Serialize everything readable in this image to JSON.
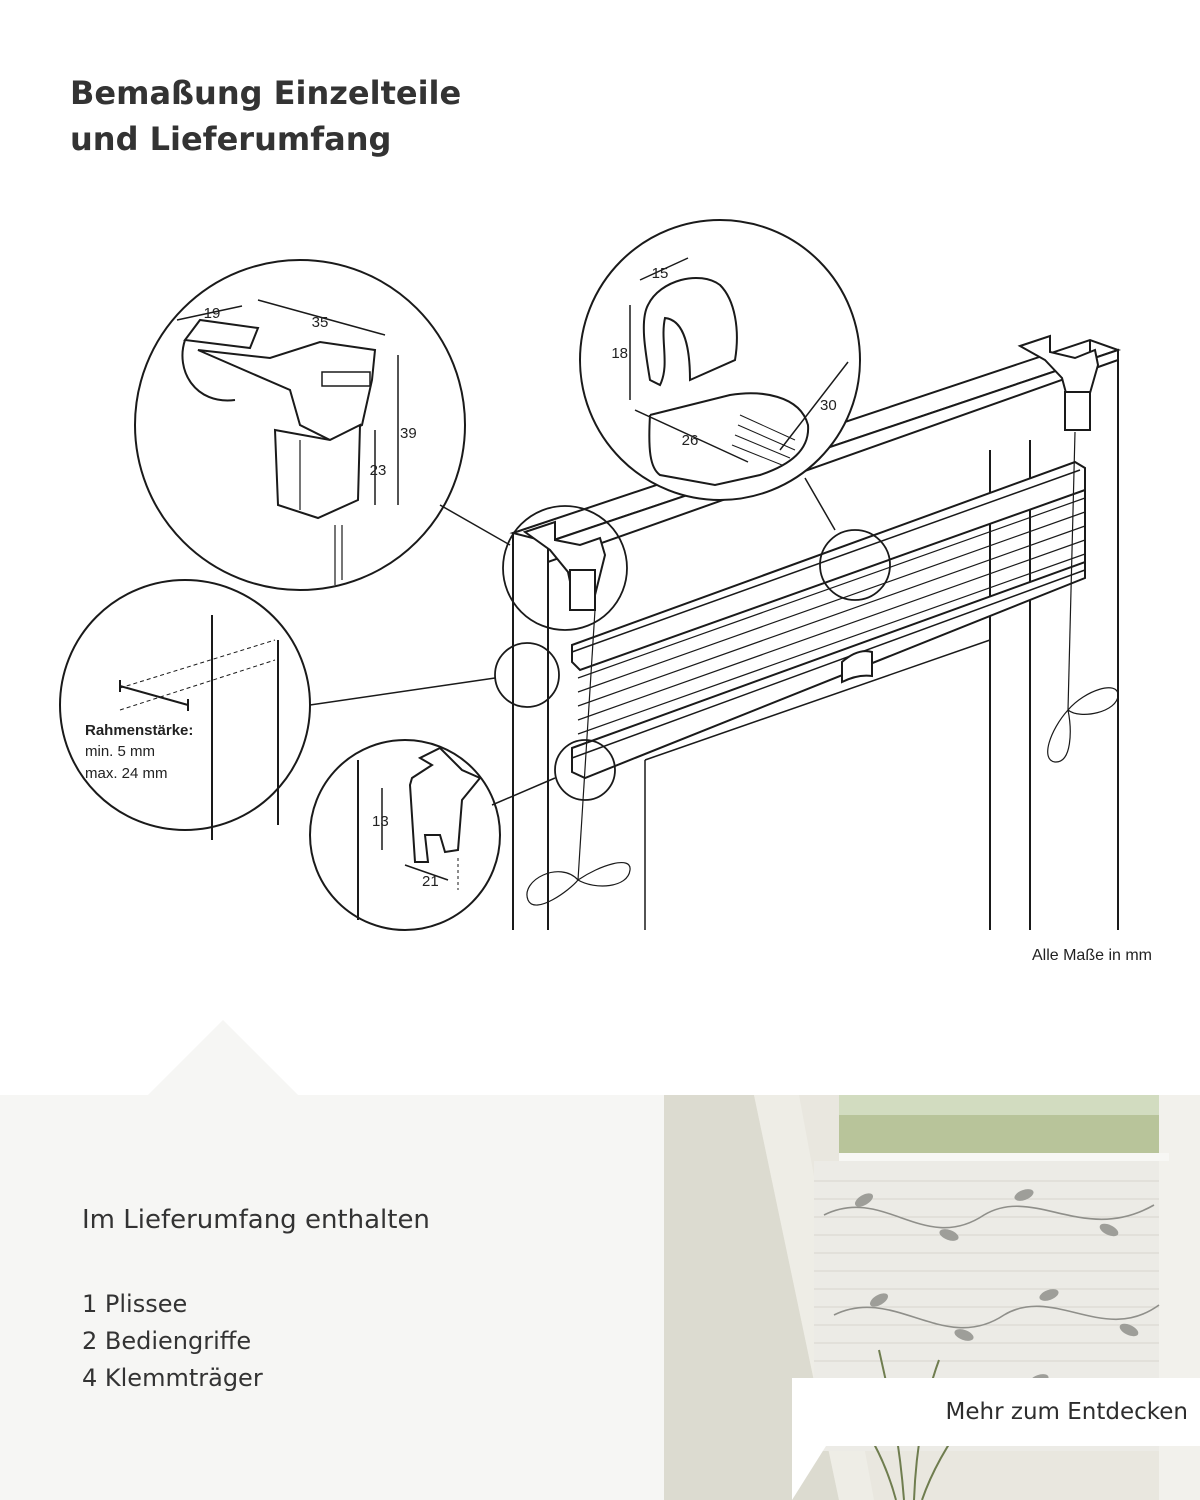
{
  "heading": {
    "line1": "Bemaßung Einzelteile",
    "line2": "und Lieferumfang"
  },
  "diagram": {
    "dims_clamp": {
      "width_a": "19",
      "width_b": "35",
      "height_total": "39",
      "height_inner": "23"
    },
    "dims_handle": {
      "width": "15",
      "height": "18",
      "depth": "26",
      "length": "30"
    },
    "dims_profile": {
      "height": "13",
      "width": "21"
    },
    "frame_label": {
      "title": "Rahmenstärke:",
      "min": "min. 5 mm",
      "max": "max. 24 mm"
    },
    "units_note": "Alle Maße in mm"
  },
  "included": {
    "title": "Im Lieferumfang enthalten",
    "items": [
      "1 Plissee",
      "2 Bediengriffe",
      "4 Klemmträger"
    ]
  },
  "cta": {
    "label": "Mehr zum Entdecken"
  },
  "colors": {
    "line": "#1a1a1a",
    "panel_bg": "#f6f6f4",
    "text": "#333333"
  }
}
